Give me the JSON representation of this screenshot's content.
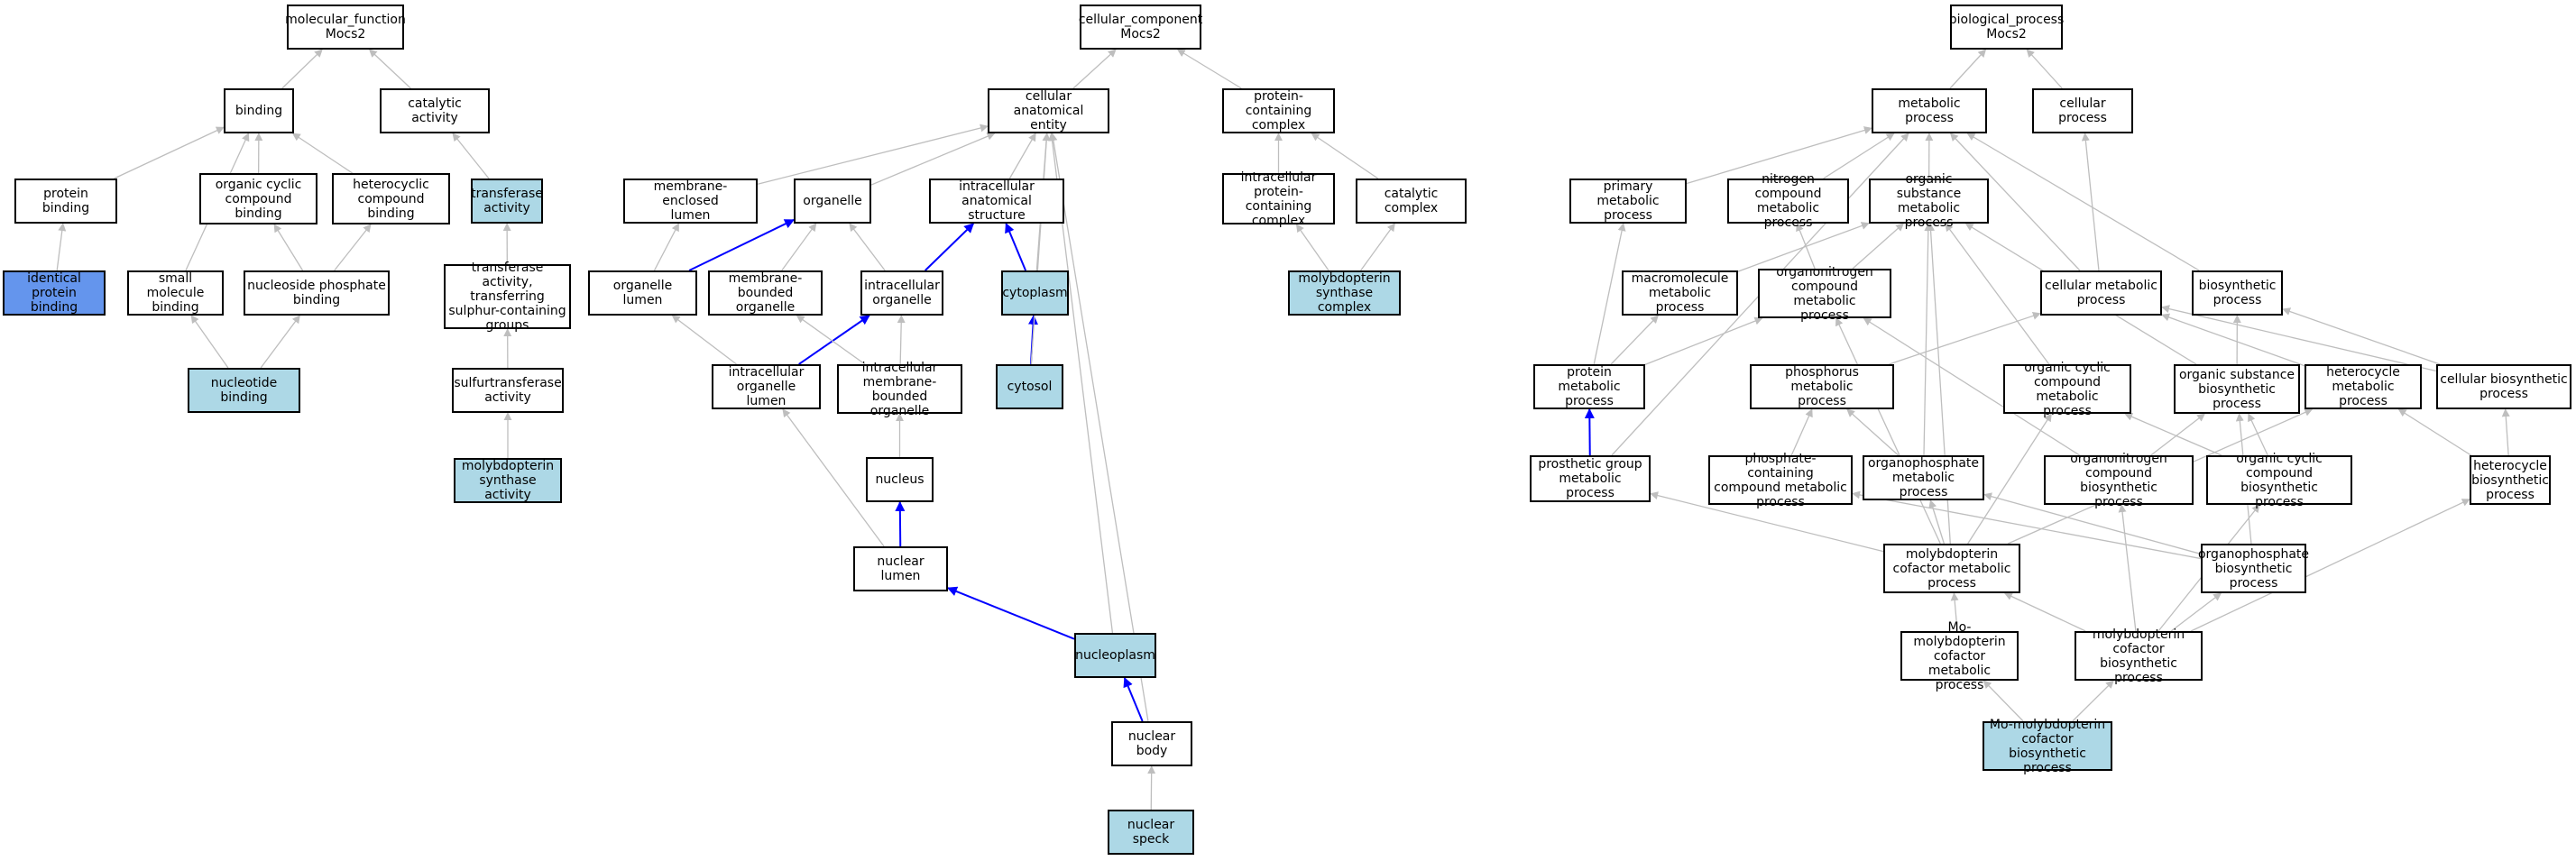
{
  "nodes": {
    "mf_root": {
      "label": "molecular_function\nMocs2"
    },
    "binding": {
      "label": "binding"
    },
    "catalytic_activity": {
      "label": "catalytic activity"
    },
    "protein_binding": {
      "label": "protein binding"
    },
    "organic_cyclic_binding": {
      "label": "organic cyclic\ncompound binding"
    },
    "heterocyclic_binding": {
      "label": "heterocyclic\ncompound binding"
    },
    "transferase_activity": {
      "label": "transferase\nactivity",
      "highlight": true
    },
    "identical_protein_binding": {
      "label": "identical protein\nbinding",
      "highlight": "strong"
    },
    "small_molecule_binding": {
      "label": "small molecule\nbinding"
    },
    "nucleoside_phosphate_binding": {
      "label": "nucleoside phosphate\nbinding"
    },
    "transferase_sulphur": {
      "label": "transferase\nactivity, transferring\nsulphur-containing\ngroups"
    },
    "nucleotide_binding": {
      "label": "nucleotide binding",
      "highlight": true
    },
    "sulfurtransferase_activity": {
      "label": "sulfurtransferase\nactivity"
    },
    "mpt_synthase_activity": {
      "label": "molybdopterin\nsynthase activity",
      "highlight": true
    },
    "cc_root": {
      "label": "cellular_component\nMocs2"
    },
    "cellular_anatomical_entity": {
      "label": "cellular anatomical\nentity"
    },
    "protein_containing_complex": {
      "label": "protein-containing\ncomplex"
    },
    "membrane_enclosed_lumen": {
      "label": "membrane-enclosed\nlumen"
    },
    "organelle": {
      "label": "organelle"
    },
    "intracellular_anatomical_structure": {
      "label": "intracellular\nanatomical structure"
    },
    "intracellular_protein_complex": {
      "label": "intracellular\nprotein-containing\ncomplex"
    },
    "catalytic_complex": {
      "label": "catalytic complex"
    },
    "organelle_lumen": {
      "label": "organelle lumen"
    },
    "membrane_bounded_organelle": {
      "label": "membrane-bounded\norganelle"
    },
    "intracellular_organelle": {
      "label": "intracellular\norganelle"
    },
    "cytoplasm": {
      "label": "cytoplasm",
      "highlight": true
    },
    "mpt_synthase_complex": {
      "label": "molybdopterin\nsynthase complex",
      "highlight": true
    },
    "intracellular_organelle_lumen": {
      "label": "intracellular\norganelle lumen"
    },
    "intracellular_membrane_bounded_organelle": {
      "label": "intracellular\nmembrane-bounded\norganelle"
    },
    "cytosol": {
      "label": "cytosol",
      "highlight": true
    },
    "nucleus": {
      "label": "nucleus"
    },
    "nuclear_lumen": {
      "label": "nuclear lumen"
    },
    "nucleoplasm": {
      "label": "nucleoplasm",
      "highlight": true
    },
    "nuclear_body": {
      "label": "nuclear body"
    },
    "nuclear_speck": {
      "label": "nuclear speck",
      "highlight": true
    },
    "bp_root": {
      "label": "biological_process\nMocs2"
    },
    "metabolic_process": {
      "label": "metabolic process"
    },
    "cellular_process": {
      "label": "cellular process"
    },
    "primary_metabolic_process": {
      "label": "primary metabolic\nprocess"
    },
    "nitrogen_compound_metabolic_process": {
      "label": "nitrogen compound\nmetabolic process"
    },
    "organic_substance_metabolic_process": {
      "label": "organic substance\nmetabolic process"
    },
    "macromolecule_metabolic_process": {
      "label": "macromolecule\nmetabolic process"
    },
    "organonitrogen_compound_metabolic_process": {
      "label": "organonitrogen\ncompound metabolic\nprocess"
    },
    "cellular_metabolic_process": {
      "label": "cellular metabolic\nprocess"
    },
    "biosynthetic_process": {
      "label": "biosynthetic\nprocess"
    },
    "protein_metabolic_process": {
      "label": "protein metabolic\nprocess"
    },
    "phosphorus_metabolic_process": {
      "label": "phosphorus metabolic\nprocess"
    },
    "organic_cyclic_compound_metabolic_process": {
      "label": "organic cyclic\ncompound metabolic\nprocess"
    },
    "organic_substance_biosynthetic_process": {
      "label": "organic substance\nbiosynthetic\nprocess"
    },
    "heterocycle_metabolic_process": {
      "label": "heterocycle\nmetabolic process"
    },
    "cellular_biosynthetic_process": {
      "label": "cellular biosynthetic\nprocess"
    },
    "prosthetic_group_metabolic_process": {
      "label": "prosthetic group\nmetabolic process"
    },
    "phosphate_containing_compound_metabolic_process": {
      "label": "phosphate-containing\ncompound metabolic\nprocess"
    },
    "organophosphate_metabolic_process": {
      "label": "organophosphate\nmetabolic process"
    },
    "organonitrogen_compound_biosynthetic_process": {
      "label": "organonitrogen\ncompound biosynthetic\nprocess"
    },
    "organic_cyclic_compound_biosynthetic_process": {
      "label": "organic cyclic\ncompound biosynthetic\nprocess"
    },
    "heterocycle_biosynthetic_process": {
      "label": "heterocycle\nbiosynthetic\nprocess"
    },
    "mpt_cofactor_metabolic_process": {
      "label": "molybdopterin\ncofactor metabolic\nprocess"
    },
    "organophosphate_biosynthetic_process": {
      "label": "organophosphate\nbiosynthetic\nprocess"
    },
    "mo_mpt_cofactor_metabolic_process": {
      "label": "Mo-molybdopterin\ncofactor metabolic\nprocess"
    },
    "mpt_cofactor_biosynthetic_process": {
      "label": "molybdopterin\ncofactor biosynthetic\nprocess"
    },
    "mo_mpt_cofactor_biosynthetic_process": {
      "label": "Mo-molybdopterin\ncofactor biosynthetic\nprocess",
      "highlight": true
    }
  },
  "edges": [
    {
      "from": "binding",
      "to": "mf_root"
    },
    {
      "from": "catalytic_activity",
      "to": "mf_root"
    },
    {
      "from": "protein_binding",
      "to": "binding"
    },
    {
      "from": "organic_cyclic_binding",
      "to": "binding"
    },
    {
      "from": "heterocyclic_binding",
      "to": "binding"
    },
    {
      "from": "small_molecule_binding",
      "to": "binding"
    },
    {
      "from": "transferase_activity",
      "to": "catalytic_activity"
    },
    {
      "from": "identical_protein_binding",
      "to": "protein_binding"
    },
    {
      "from": "nucleoside_phosphate_binding",
      "to": "organic_cyclic_binding"
    },
    {
      "from": "nucleoside_phosphate_binding",
      "to": "heterocyclic_binding"
    },
    {
      "from": "transferase_sulphur",
      "to": "transferase_activity"
    },
    {
      "from": "nucleotide_binding",
      "to": "small_molecule_binding"
    },
    {
      "from": "nucleotide_binding",
      "to": "nucleoside_phosphate_binding"
    },
    {
      "from": "sulfurtransferase_activity",
      "to": "transferase_sulphur"
    },
    {
      "from": "mpt_synthase_activity",
      "to": "sulfurtransferase_activity"
    },
    {
      "from": "cellular_anatomical_entity",
      "to": "cc_root"
    },
    {
      "from": "protein_containing_complex",
      "to": "cc_root"
    },
    {
      "from": "membrane_enclosed_lumen",
      "to": "cellular_anatomical_entity"
    },
    {
      "from": "organelle",
      "to": "cellular_anatomical_entity"
    },
    {
      "from": "intracellular_anatomical_structure",
      "to": "cellular_anatomical_entity"
    },
    {
      "from": "intracellular_protein_complex",
      "to": "protein_containing_complex"
    },
    {
      "from": "catalytic_complex",
      "to": "protein_containing_complex"
    },
    {
      "from": "organelle_lumen",
      "to": "membrane_enclosed_lumen"
    },
    {
      "from": "organelle_lumen",
      "to": "organelle",
      "emphasis": true
    },
    {
      "from": "membrane_bounded_organelle",
      "to": "organelle"
    },
    {
      "from": "intracellular_organelle",
      "to": "organelle"
    },
    {
      "from": "intracellular_organelle",
      "to": "intracellular_anatomical_structure",
      "emphasis": true
    },
    {
      "from": "cytoplasm",
      "to": "intracellular_anatomical_structure",
      "emphasis": true
    },
    {
      "from": "cytoplasm",
      "to": "cellular_anatomical_entity"
    },
    {
      "from": "mpt_synthase_complex",
      "to": "intracellular_protein_complex"
    },
    {
      "from": "mpt_synthase_complex",
      "to": "catalytic_complex"
    },
    {
      "from": "intracellular_organelle_lumen",
      "to": "organelle_lumen"
    },
    {
      "from": "intracellular_organelle_lumen",
      "to": "intracellular_organelle",
      "emphasis": true
    },
    {
      "from": "intracellular_membrane_bounded_organelle",
      "to": "membrane_bounded_organelle"
    },
    {
      "from": "intracellular_membrane_bounded_organelle",
      "to": "intracellular_organelle"
    },
    {
      "from": "cytosol",
      "to": "cytoplasm",
      "emphasis": true
    },
    {
      "from": "cytosol",
      "to": "cellular_anatomical_entity"
    },
    {
      "from": "nucleus",
      "to": "intracellular_membrane_bounded_organelle"
    },
    {
      "from": "nuclear_lumen",
      "to": "nucleus",
      "emphasis": true
    },
    {
      "from": "nuclear_lumen",
      "to": "intracellular_organelle_lumen"
    },
    {
      "from": "nucleoplasm",
      "to": "nuclear_lumen",
      "emphasis": true
    },
    {
      "from": "nucleoplasm",
      "to": "cellular_anatomical_entity"
    },
    {
      "from": "nuclear_body",
      "to": "nucleoplasm",
      "emphasis": true
    },
    {
      "from": "nuclear_body",
      "to": "cellular_anatomical_entity"
    },
    {
      "from": "nuclear_speck",
      "to": "nuclear_body"
    },
    {
      "from": "metabolic_process",
      "to": "bp_root"
    },
    {
      "from": "cellular_process",
      "to": "bp_root"
    },
    {
      "from": "primary_metabolic_process",
      "to": "metabolic_process"
    },
    {
      "from": "nitrogen_compound_metabolic_process",
      "to": "metabolic_process"
    },
    {
      "from": "organic_substance_metabolic_process",
      "to": "metabolic_process"
    },
    {
      "from": "cellular_metabolic_process",
      "to": "metabolic_process"
    },
    {
      "from": "cellular_metabolic_process",
      "to": "cellular_process"
    },
    {
      "from": "biosynthetic_process",
      "to": "metabolic_process"
    },
    {
      "from": "macromolecule_metabolic_process",
      "to": "organic_substance_metabolic_process"
    },
    {
      "from": "organonitrogen_compound_metabolic_process",
      "to": "nitrogen_compound_metabolic_process"
    },
    {
      "from": "organonitrogen_compound_metabolic_process",
      "to": "organic_substance_metabolic_process"
    },
    {
      "from": "protein_metabolic_process",
      "to": "primary_metabolic_process"
    },
    {
      "from": "protein_metabolic_process",
      "to": "macromolecule_metabolic_process"
    },
    {
      "from": "protein_metabolic_process",
      "to": "organonitrogen_compound_metabolic_process"
    },
    {
      "from": "phosphorus_metabolic_process",
      "to": "cellular_metabolic_process"
    },
    {
      "from": "organic_cyclic_compound_metabolic_process",
      "to": "organic_substance_metabolic_process"
    },
    {
      "from": "organic_substance_biosynthetic_process",
      "to": "organic_substance_metabolic_process"
    },
    {
      "from": "organic_substance_biosynthetic_process",
      "to": "biosynthetic_process"
    },
    {
      "from": "heterocycle_metabolic_process",
      "to": "cellular_metabolic_process"
    },
    {
      "from": "cellular_biosynthetic_process",
      "to": "cellular_metabolic_process"
    },
    {
      "from": "cellular_biosynthetic_process",
      "to": "biosynthetic_process"
    },
    {
      "from": "prosthetic_group_metabolic_process",
      "to": "protein_metabolic_process",
      "emphasis": true
    },
    {
      "from": "prosthetic_group_metabolic_process",
      "to": "metabolic_process"
    },
    {
      "from": "phosphate_containing_compound_metabolic_process",
      "to": "phosphorus_metabolic_process"
    },
    {
      "from": "organophosphate_metabolic_process",
      "to": "phosphorus_metabolic_process"
    },
    {
      "from": "organophosphate_metabolic_process",
      "to": "organic_substance_metabolic_process"
    },
    {
      "from": "organonitrogen_compound_biosynthetic_process",
      "to": "organonitrogen_compound_metabolic_process"
    },
    {
      "from": "organonitrogen_compound_biosynthetic_process",
      "to": "organic_substance_biosynthetic_process"
    },
    {
      "from": "organic_cyclic_compound_biosynthetic_process",
      "to": "organic_cyclic_compound_metabolic_process"
    },
    {
      "from": "organic_cyclic_compound_biosynthetic_process",
      "to": "organic_substance_biosynthetic_process"
    },
    {
      "from": "heterocycle_biosynthetic_process",
      "to": "heterocycle_metabolic_process"
    },
    {
      "from": "heterocycle_biosynthetic_process",
      "to": "cellular_biosynthetic_process"
    },
    {
      "from": "mpt_cofactor_metabolic_process",
      "to": "prosthetic_group_metabolic_process"
    },
    {
      "from": "mpt_cofactor_metabolic_process",
      "to": "organophosphate_metabolic_process"
    },
    {
      "from": "mpt_cofactor_metabolic_process",
      "to": "organonitrogen_compound_metabolic_process"
    },
    {
      "from": "mpt_cofactor_metabolic_process",
      "to": "organic_cyclic_compound_metabolic_process"
    },
    {
      "from": "mpt_cofactor_metabolic_process",
      "to": "heterocycle_metabolic_process"
    },
    {
      "from": "mpt_cofactor_metabolic_process",
      "to": "organic_substance_metabolic_process"
    },
    {
      "from": "organophosphate_biosynthetic_process",
      "to": "phosphate_containing_compound_metabolic_process"
    },
    {
      "from": "organophosphate_biosynthetic_process",
      "to": "organophosphate_metabolic_process"
    },
    {
      "from": "organophosphate_biosynthetic_process",
      "to": "organic_substance_biosynthetic_process"
    },
    {
      "from": "mo_mpt_cofactor_metabolic_process",
      "to": "mpt_cofactor_metabolic_process"
    },
    {
      "from": "mpt_cofactor_biosynthetic_process",
      "to": "mpt_cofactor_metabolic_process"
    },
    {
      "from": "mpt_cofactor_biosynthetic_process",
      "to": "organophosphate_biosynthetic_process"
    },
    {
      "from": "mpt_cofactor_biosynthetic_process",
      "to": "organonitrogen_compound_biosynthetic_process"
    },
    {
      "from": "mpt_cofactor_biosynthetic_process",
      "to": "organic_cyclic_compound_biosynthetic_process"
    },
    {
      "from": "mpt_cofactor_biosynthetic_process",
      "to": "heterocycle_biosynthetic_process"
    },
    {
      "from": "mo_mpt_cofactor_biosynthetic_process",
      "to": "mo_mpt_cofactor_metabolic_process"
    },
    {
      "from": "mo_mpt_cofactor_biosynthetic_process",
      "to": "mpt_cofactor_biosynthetic_process"
    }
  ],
  "colors": {
    "highlight_fill": "#add8e6",
    "strong_fill": "#6495ed",
    "edge_default": "#bebebe",
    "edge_emphasis": "#0000ff",
    "node_border": "#000000"
  }
}
